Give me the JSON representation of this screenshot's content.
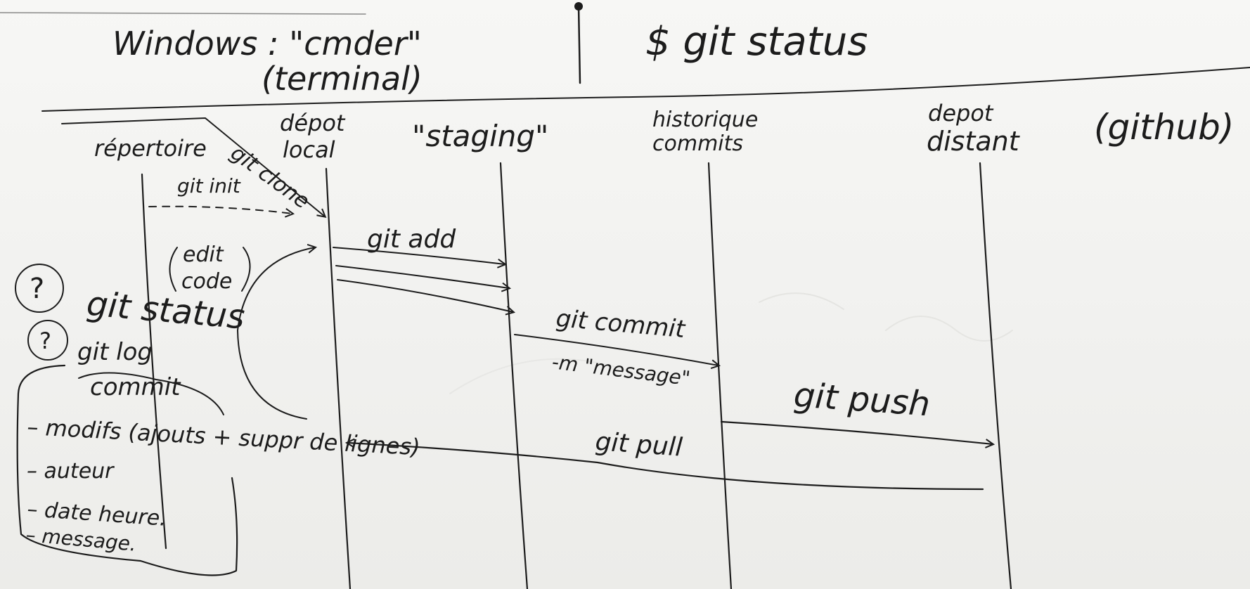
{
  "header": {
    "windows_label": "Windows : \"cmder\"",
    "terminal_label": "(terminal)",
    "command": "$ git status"
  },
  "columns": {
    "repertoire": "répertoire",
    "depot_local_1": "dépot",
    "depot_local_2": "local",
    "staging": "\"staging\"",
    "historique_1": "historique",
    "historique_2": "commits",
    "depot_distant_1": "depot",
    "depot_distant_2": "distant",
    "github": "(github)"
  },
  "actions": {
    "git_init": "git init",
    "git_clone": "git clone",
    "edit_code_1": "edit",
    "edit_code_2": "code",
    "git_add": "git add",
    "git_commit": "git commit",
    "commit_message": "-m \"message\"",
    "git_push": "git push",
    "git_pull": "git pull"
  },
  "sidebar": {
    "question_mark": "?",
    "git_status": "git status",
    "git_log": "git log",
    "commit_title": "commit",
    "items": [
      "– modifs (ajouts + suppr de lignes)",
      "– auteur",
      "– date heure.",
      "– message."
    ]
  },
  "colors": {
    "ink": "#1c1c1c",
    "board": "#f4f4f2",
    "ghost": "#d9d9d6"
  }
}
